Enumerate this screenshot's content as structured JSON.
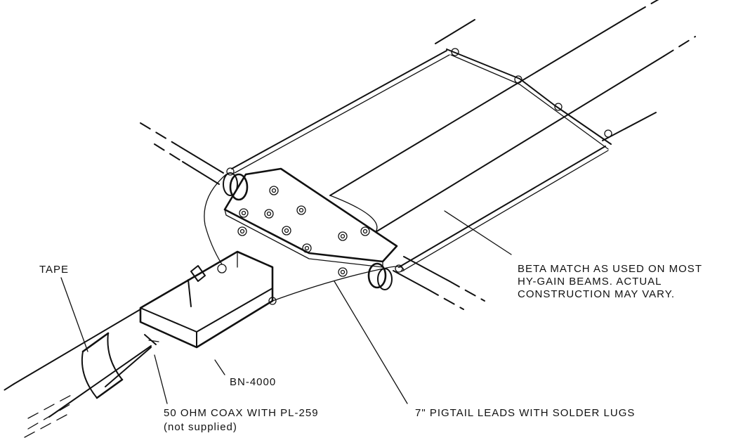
{
  "labels": {
    "tape": "TAPE",
    "beta_match": [
      "BETA MATCH AS USED ON MOST",
      "HY-GAIN BEAMS. ACTUAL",
      "CONSTRUCTION MAY VARY."
    ],
    "balun": "BN-4000",
    "coax": "50 OHM COAX WITH PL-259",
    "coax_note": "(not supplied)",
    "pigtail": "7\" PIGTAIL LEADS WITH SOLDER LUGS"
  }
}
